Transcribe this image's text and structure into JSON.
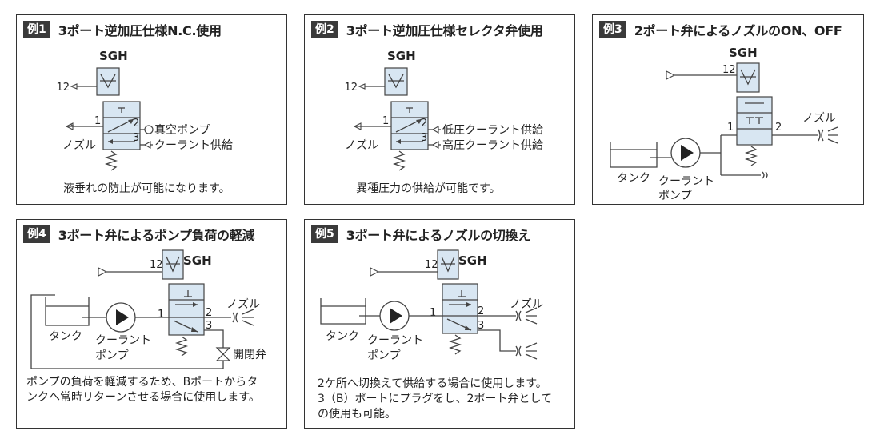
{
  "colors": {
    "valve_fill": "#d8e6f2",
    "badge": "#3a3a3a",
    "line": "#444444"
  },
  "examples": [
    {
      "badge": "例1",
      "title": "3ポート逆加圧仕様N.C.使用",
      "model": "SGH",
      "ports": {
        "p12": "12",
        "p1": "1",
        "p2": "2",
        "p3": "3"
      },
      "labels": {
        "nozzle": "ノズル",
        "vacuum_pump": "真空ポンプ",
        "coolant_supply": "クーラント供給"
      },
      "description": [
        "液垂れの防止が可能になります。"
      ]
    },
    {
      "badge": "例2",
      "title": "3ポート逆加圧仕様セレクタ弁使用",
      "model": "SGH",
      "ports": {
        "p12": "12",
        "p1": "1",
        "p2": "2",
        "p3": "3"
      },
      "labels": {
        "nozzle": "ノズル",
        "low_pressure": "低圧クーラント供給",
        "high_pressure": "高圧クーラント供給"
      },
      "description": [
        "異種圧力の供給が可能です。"
      ]
    },
    {
      "badge": "例3",
      "title": "2ポート弁によるノズルのON、OFF",
      "model": "SGH",
      "ports": {
        "p12": "12",
        "p1": "1",
        "p2": "2"
      },
      "labels": {
        "nozzle": "ノズル",
        "tank": "タンク",
        "pump_line1": "クーラント",
        "pump_line2": "ポンプ"
      },
      "description": []
    },
    {
      "badge": "例4",
      "title": "3ポート弁によるポンプ負荷の軽減",
      "model": "SGH",
      "ports": {
        "p12": "12",
        "p1": "1",
        "p2": "2",
        "p3": "3"
      },
      "labels": {
        "nozzle": "ノズル",
        "tank": "タンク",
        "pump_line1": "クーラント",
        "pump_line2": "ポンプ",
        "on_off_valve": "開閉弁"
      },
      "description": [
        "ポンプの負荷を軽減するため、Bポートからタ",
        "ンクへ常時リターンさせる場合に使用します。"
      ]
    },
    {
      "badge": "例5",
      "title": "3ポート弁によるノズルの切換え",
      "model": "SGH",
      "ports": {
        "p12": "12",
        "p1": "1",
        "p2": "2",
        "p3": "3"
      },
      "labels": {
        "nozzle": "ノズル",
        "tank": "タンク",
        "pump_line1": "クーラント",
        "pump_line2": "ポンプ"
      },
      "description": [
        "2ケ所へ切換えて供給する場合に使用します。",
        "3（B）ポートにプラグをし、2ポート弁として",
        "の使用も可能。"
      ]
    }
  ]
}
